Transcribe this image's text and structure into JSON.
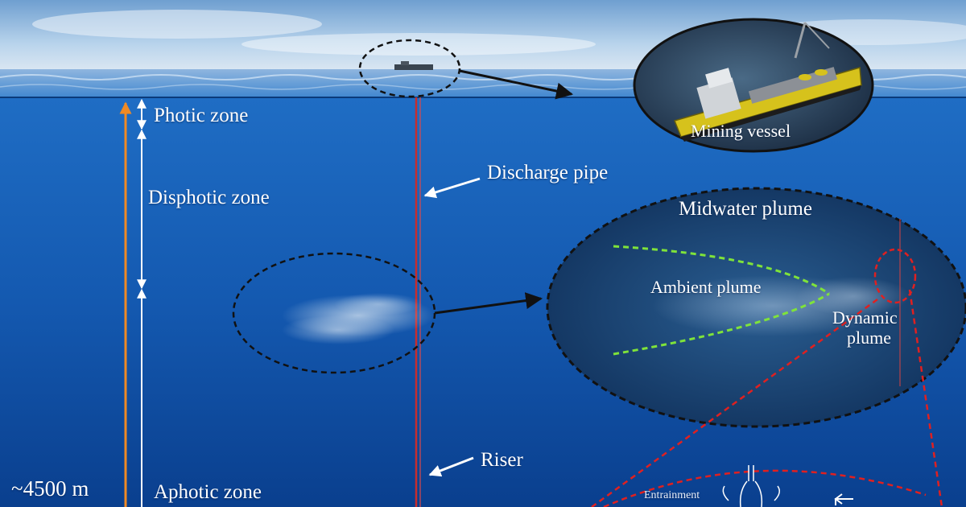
{
  "labels": {
    "photic_zone": "Photic zone",
    "disphotic_zone": "Disphotic zone",
    "aphotic_zone": "Aphotic zone",
    "depth": "~4500 m",
    "discharge_pipe": "Discharge pipe",
    "riser": "Riser",
    "mining_vessel": "Mining vessel",
    "midwater_plume": "Midwater plume",
    "ambient_plume": "Ambient plume",
    "dynamic_plume_line1": "Dynamic",
    "dynamic_plume_line2": "plume",
    "entrainment": "Entrainment"
  },
  "colors": {
    "ocean_top": "#1f6dc4",
    "ocean_bottom": "#0a3f8e",
    "sky": "#9cc0e0",
    "pipe_red": "#d03030",
    "orange_arrow": "#f08a24",
    "plume_boundary_green": "#7fe33a",
    "callout_dashed_red": "#e02020",
    "vessel_yellow": "#d8c21a"
  }
}
